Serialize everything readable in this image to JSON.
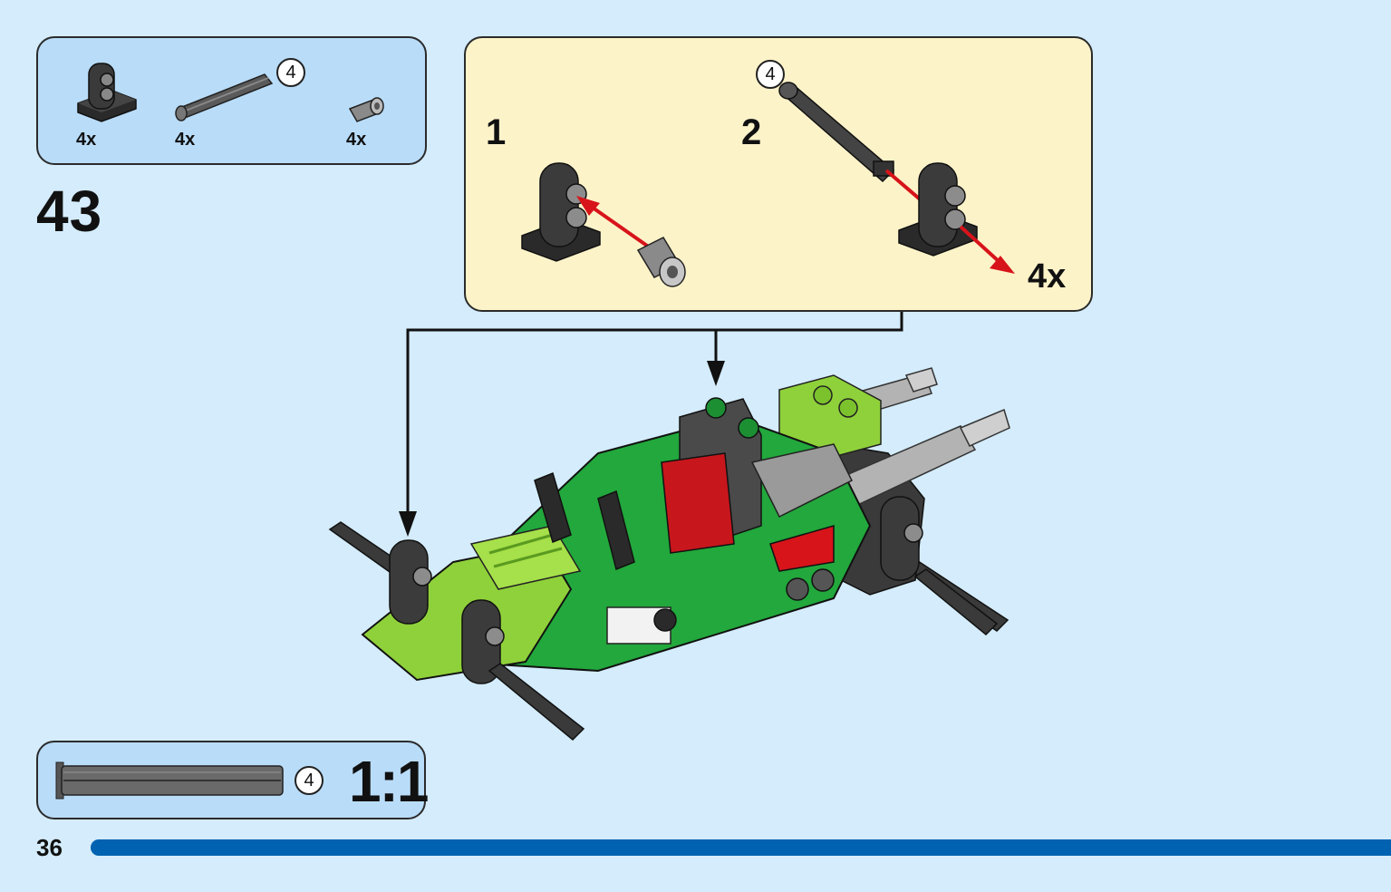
{
  "parts_list": {
    "items": [
      {
        "part": "technic-pin-connector-block-icon",
        "quantity": "4x"
      },
      {
        "part": "technic-axle-icon",
        "quantity": "4x",
        "length": "4"
      },
      {
        "part": "technic-bush-pin-icon",
        "quantity": "4x"
      }
    ]
  },
  "step": {
    "number": "43",
    "substeps": [
      {
        "number": "1"
      },
      {
        "number": "2",
        "axle_length": "4"
      }
    ],
    "multiplier": "4x"
  },
  "scale_reference": {
    "axle_length": "4",
    "ratio": "1:1"
  },
  "page": {
    "number": "36"
  },
  "colors": {
    "background": "#d4ecfb",
    "parts_box": "#b9dcf8",
    "substep_box": "#fdf3c9",
    "footer_bar": "#0062b0",
    "arrow_red": "#d7141a",
    "model_green": "#22a83c",
    "model_lime": "#8fd13a"
  }
}
